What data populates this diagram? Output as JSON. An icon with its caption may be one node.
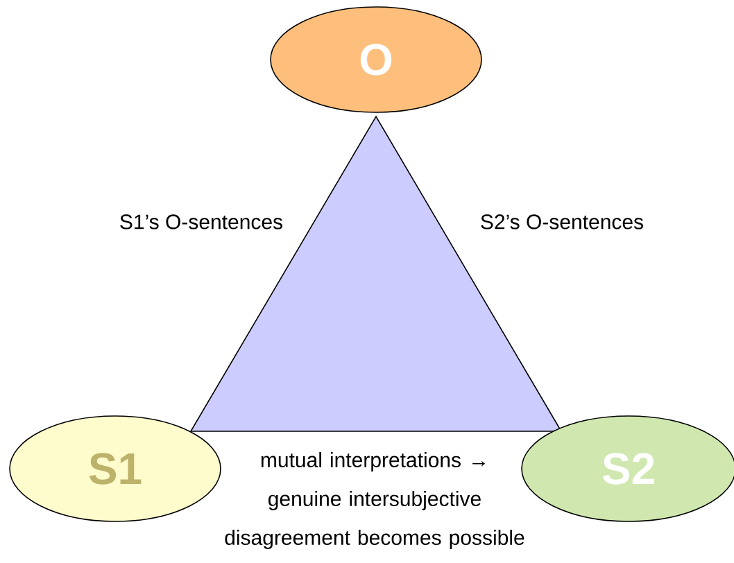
{
  "diagram": {
    "nodes": [
      {
        "text": [
          "O"
        ]
      },
      {
        "text": [],
        "shape": "triangle"
      },
      {
        "text": [
          "S1"
        ]
      },
      {
        "text": [
          "S2"
        ]
      }
    ],
    "labels": [
      "S1’s O-sentences",
      "S2’s O-sentences",
      "mutual interpretations → genuine intersubjective disagreement becomes possible"
    ]
  }
}
